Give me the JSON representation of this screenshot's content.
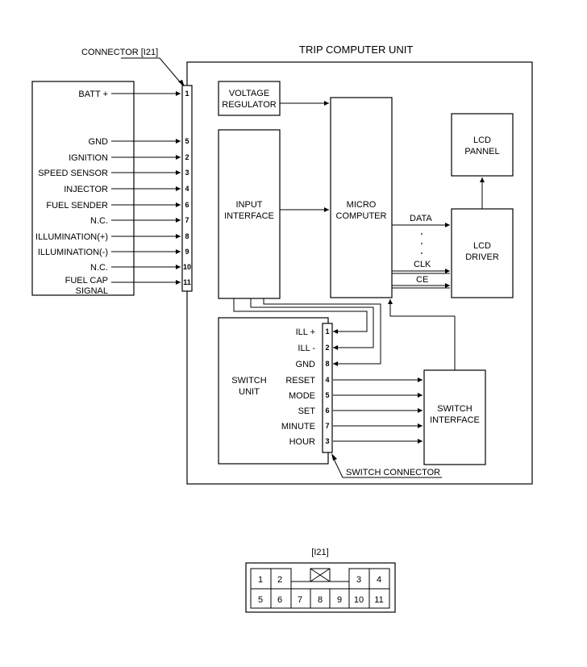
{
  "connector_label": "CONNECTOR [I21]",
  "unit_title": "TRIP COMPUTER UNIT",
  "left_signals": [
    {
      "label": "BATT +",
      "pin": "1"
    },
    {
      "label": "GND",
      "pin": "5"
    },
    {
      "label": "IGNITION",
      "pin": "2"
    },
    {
      "label": "SPEED SENSOR",
      "pin": "3"
    },
    {
      "label": "INJECTOR",
      "pin": "4"
    },
    {
      "label": "FUEL SENDER",
      "pin": "6"
    },
    {
      "label": "N.C.",
      "pin": "7"
    },
    {
      "label": "ILLUMINATION(+)",
      "pin": "8"
    },
    {
      "label": "ILLUMINATION(-)",
      "pin": "9"
    },
    {
      "label": "N.C.",
      "pin": "10"
    },
    {
      "label": "FUEL CAP",
      "pin": "11"
    }
  ],
  "left_signal_extra": "SIGNAL",
  "blocks": {
    "voltage_regulator": [
      "VOLTAGE",
      "REGULATOR"
    ],
    "input_interface": [
      "INPUT",
      "INTERFACE"
    ],
    "micro_computer": [
      "MICRO",
      "COMPUTER"
    ],
    "lcd_pannel": [
      "LCD",
      "PANNEL"
    ],
    "lcd_driver": [
      "LCD",
      "DRIVER"
    ],
    "switch_unit": [
      "SWITCH",
      "UNIT"
    ],
    "switch_interface": [
      "SWITCH",
      "INTERFACE"
    ]
  },
  "bus_labels": {
    "data": "DATA",
    "dots": ". . .",
    "clk": "CLK",
    "ce": "CE"
  },
  "switch_signals": [
    {
      "label": "ILL +",
      "pin": "1"
    },
    {
      "label": "ILL -",
      "pin": "2"
    },
    {
      "label": "GND",
      "pin": "8"
    },
    {
      "label": "RESET",
      "pin": "4"
    },
    {
      "label": "MODE",
      "pin": "5"
    },
    {
      "label": "SET",
      "pin": "6"
    },
    {
      "label": "MINUTE",
      "pin": "7"
    },
    {
      "label": "HOUR",
      "pin": "3"
    }
  ],
  "switch_connector_label": "SWITCH CONNECTOR",
  "pinout": {
    "title": "[I21]",
    "top_row": [
      "1",
      "2",
      "3",
      "4"
    ],
    "bottom_row": [
      "5",
      "6",
      "7",
      "8",
      "9",
      "10",
      "11"
    ]
  }
}
